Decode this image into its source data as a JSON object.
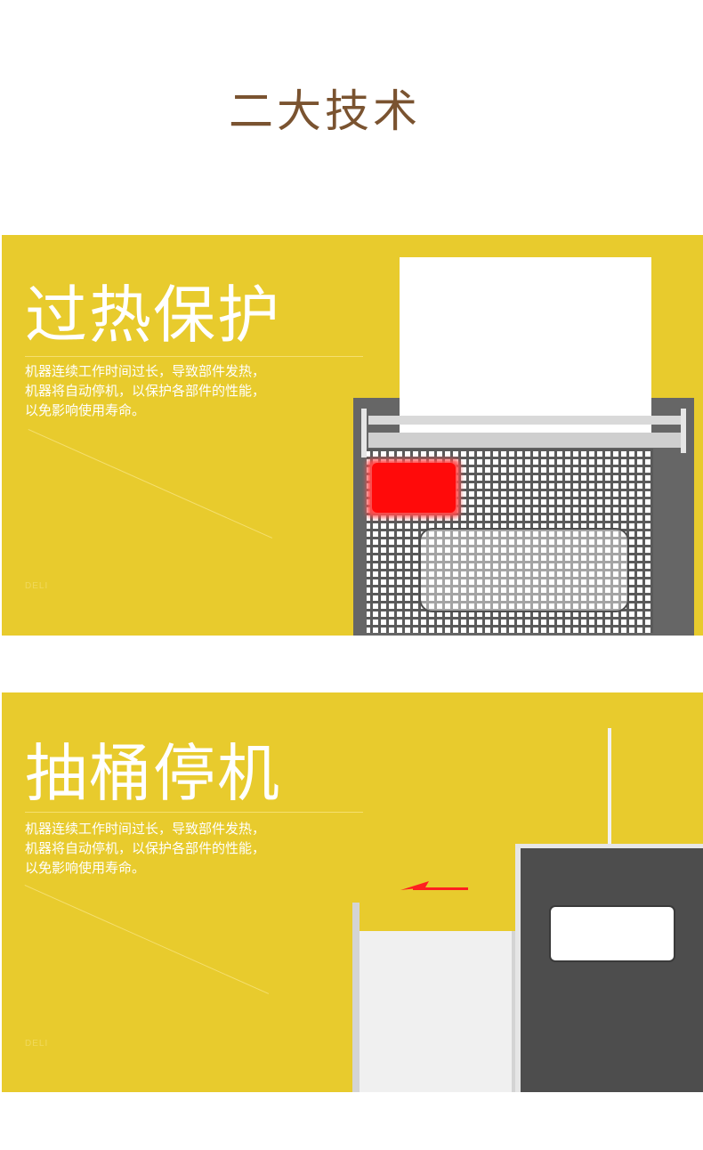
{
  "page": {
    "title": "二大技术"
  },
  "sections": [
    {
      "heading": "过热保护",
      "description_lines": [
        "机器连续工作时间过长，导致部件发热，",
        "机器将自动停机，以保护各部件的性能，",
        "以免影响使用寿命。"
      ],
      "brand": "DELI"
    },
    {
      "heading": "抽桶停机",
      "description_lines": [
        "机器连续工作时间过长，导致部件发热，",
        "机器将自动停机，以保护各部件的性能，",
        "以免影响使用寿命。"
      ],
      "brand": "DELI"
    }
  ],
  "colors": {
    "panel_background": "#e8cb2d",
    "title_brown": "#7a5330",
    "machine_dark_gray": "#666666",
    "bin_dark_gray": "#4d4d4d",
    "warning_red": "#ff1a1a"
  }
}
